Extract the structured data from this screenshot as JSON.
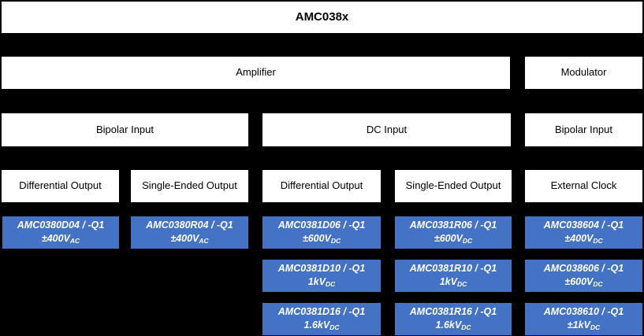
{
  "palette": {
    "background": "#000000",
    "category_box_bg": "#ffffff",
    "category_box_text": "#000000",
    "part_box_bg": "#4472C4",
    "part_box_text": "#ffffff"
  },
  "root": {
    "label": "AMC038x"
  },
  "function_row": {
    "amplifier": {
      "label": "Amplifier"
    },
    "modulator": {
      "label": "Modulator"
    }
  },
  "input_row": {
    "bipolar_left": {
      "label": "Bipolar Input"
    },
    "dc": {
      "label": "DC Input"
    },
    "bipolar_right": {
      "label": "Bipolar Input"
    }
  },
  "output_row": {
    "diff_1": {
      "label": "Differential Output"
    },
    "single_1": {
      "label": "Single-Ended Output"
    },
    "diff_2": {
      "label": "Differential Output"
    },
    "single_2": {
      "label": "Single-Ended Output"
    },
    "ext_clock": {
      "label": "External Clock"
    }
  },
  "parts": [
    {
      "name": "AMC0380D04 / -Q1",
      "rating": "±400V",
      "rating_sub": "AC"
    },
    {
      "name": "AMC0380R04 / -Q1",
      "rating": "±400V",
      "rating_sub": "AC"
    },
    {
      "name": "AMC0381D06 / -Q1",
      "rating": "±600V",
      "rating_sub": "DC"
    },
    {
      "name": "AMC0381R06 / -Q1",
      "rating": "±600V",
      "rating_sub": "DC"
    },
    {
      "name": "AMC038604 / -Q1",
      "rating": "±400V",
      "rating_sub": "DC"
    },
    {
      "name": "AMC0381D10 / -Q1",
      "rating": "1kV",
      "rating_sub": "DC"
    },
    {
      "name": "AMC0381R10 / -Q1",
      "rating": "1kV",
      "rating_sub": "DC"
    },
    {
      "name": "AMC038606 / -Q1",
      "rating": "±600V",
      "rating_sub": "DC"
    },
    {
      "name": "AMC0381D16 / -Q1",
      "rating": "1.6kV",
      "rating_sub": "DC"
    },
    {
      "name": "AMC0381R16 / -Q1",
      "rating": "1.6kV",
      "rating_sub": "DC"
    },
    {
      "name": "AMC038610 / -Q1",
      "rating": "±1kV",
      "rating_sub": "DC"
    }
  ]
}
